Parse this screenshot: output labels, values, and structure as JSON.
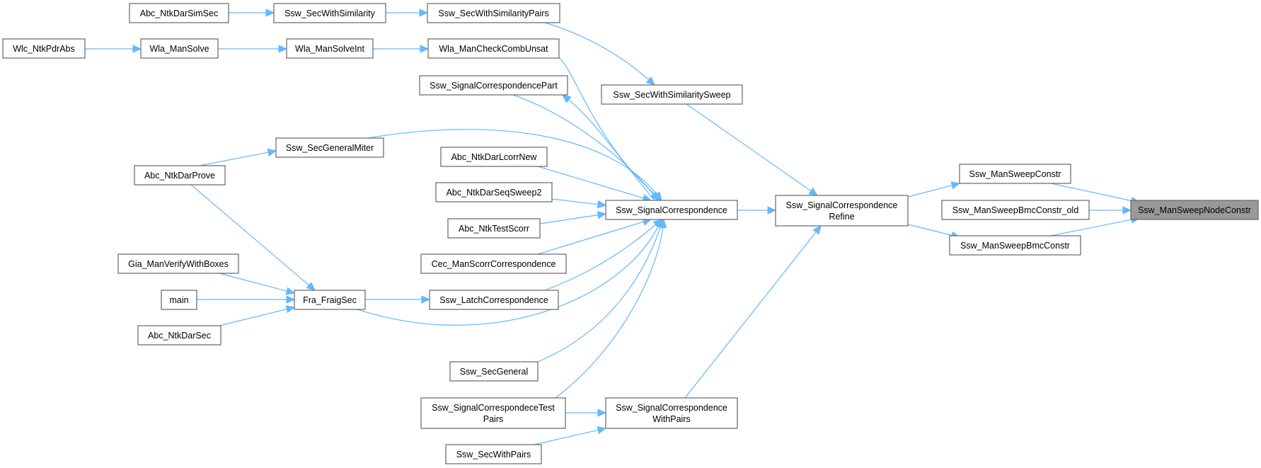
{
  "diagram": {
    "type": "call-graph",
    "focus_node": "n_nodeconstr",
    "colors": {
      "edge": "#63b8ff",
      "node_border": "#666666",
      "node_fill": "#ffffff",
      "focus_fill": "#999999"
    },
    "nodes": [
      {
        "id": "n_darsimsec",
        "lines": [
          "Abc_NtkDarSimSec"
        ]
      },
      {
        "id": "n_secwithsim",
        "lines": [
          "Ssw_SecWithSimilarity"
        ]
      },
      {
        "id": "n_secwithsimpairs",
        "lines": [
          "Ssw_SecWithSimilarityPairs"
        ]
      },
      {
        "id": "n_wlcpdrabs",
        "lines": [
          "Wlc_NtkPdrAbs"
        ]
      },
      {
        "id": "n_wlamansolve",
        "lines": [
          "Wla_ManSolve"
        ]
      },
      {
        "id": "n_wlamansolveint",
        "lines": [
          "Wla_ManSolveInt"
        ]
      },
      {
        "id": "n_wlacheckcomb",
        "lines": [
          "Wla_ManCheckCombUnsat"
        ]
      },
      {
        "id": "n_sigcorrpart",
        "lines": [
          "Ssw_SignalCorrespondencePart"
        ]
      },
      {
        "id": "n_secwithsimsweep",
        "lines": [
          "Ssw_SecWithSimilaritySweep"
        ]
      },
      {
        "id": "n_secgeneralmiter",
        "lines": [
          "Ssw_SecGeneralMiter"
        ]
      },
      {
        "id": "n_darprove",
        "lines": [
          "Abc_NtkDarProve"
        ]
      },
      {
        "id": "n_darlcorrnew",
        "lines": [
          "Abc_NtkDarLcorrNew"
        ]
      },
      {
        "id": "n_darseqsweep2",
        "lines": [
          "Abc_NtkDarSeqSweep2"
        ]
      },
      {
        "id": "n_sigcorr",
        "lines": [
          "Ssw_SignalCorrespondence"
        ]
      },
      {
        "id": "n_testscorr",
        "lines": [
          "Abc_NtkTestScorr"
        ]
      },
      {
        "id": "n_cecscorr",
        "lines": [
          "Cec_ManScorrCorrespondence"
        ]
      },
      {
        "id": "n_giaverify",
        "lines": [
          "Gia_ManVerifyWithBoxes"
        ]
      },
      {
        "id": "n_main",
        "lines": [
          "main"
        ]
      },
      {
        "id": "n_fraigsec",
        "lines": [
          "Fra_FraigSec"
        ]
      },
      {
        "id": "n_latchcorr",
        "lines": [
          "Ssw_LatchCorrespondence"
        ]
      },
      {
        "id": "n_darsec",
        "lines": [
          "Abc_NtkDarSec"
        ]
      },
      {
        "id": "n_secgeneral",
        "lines": [
          "Ssw_SecGeneral"
        ]
      },
      {
        "id": "n_testpairs",
        "lines": [
          "Ssw_SignalCorrespondeceTest",
          "Pairs"
        ]
      },
      {
        "id": "n_withpairs",
        "lines": [
          "Ssw_SignalCorrespondence",
          "WithPairs"
        ]
      },
      {
        "id": "n_secwithpairs",
        "lines": [
          "Ssw_SecWithPairs"
        ]
      },
      {
        "id": "n_refine",
        "lines": [
          "Ssw_SignalCorrespondence",
          "Refine"
        ]
      },
      {
        "id": "n_sweepconstr",
        "lines": [
          "Ssw_ManSweepConstr"
        ]
      },
      {
        "id": "n_bmcold",
        "lines": [
          "Ssw_ManSweepBmcConstr_old"
        ]
      },
      {
        "id": "n_bmcconstr",
        "lines": [
          "Ssw_ManSweepBmcConstr"
        ]
      },
      {
        "id": "n_nodeconstr",
        "lines": [
          "Ssw_ManSweepNodeConstr"
        ]
      }
    ],
    "edges": [
      {
        "from": "n_darsimsec",
        "to": "n_secwithsim"
      },
      {
        "from": "n_secwithsim",
        "to": "n_secwithsimpairs"
      },
      {
        "from": "n_secwithsimpairs",
        "to": "n_secwithsimsweep"
      },
      {
        "from": "n_wlcpdrabs",
        "to": "n_wlamansolve"
      },
      {
        "from": "n_wlamansolve",
        "to": "n_wlamansolveint"
      },
      {
        "from": "n_wlamansolveint",
        "to": "n_wlacheckcomb"
      },
      {
        "from": "n_wlacheckcomb",
        "to": "n_sigcorr"
      },
      {
        "from": "n_sigcorrpart",
        "to": "n_sigcorr"
      },
      {
        "from": "n_sigcorr",
        "to": "n_sigcorrpart"
      },
      {
        "from": "n_secwithsimsweep",
        "to": "n_refine"
      },
      {
        "from": "n_secgeneralmiter",
        "to": "n_sigcorr"
      },
      {
        "from": "n_darprove",
        "to": "n_secgeneralmiter"
      },
      {
        "from": "n_darprove",
        "to": "n_fraigsec"
      },
      {
        "from": "n_darlcorrnew",
        "to": "n_sigcorr"
      },
      {
        "from": "n_darseqsweep2",
        "to": "n_sigcorr"
      },
      {
        "from": "n_testscorr",
        "to": "n_sigcorr"
      },
      {
        "from": "n_cecscorr",
        "to": "n_sigcorr"
      },
      {
        "from": "n_giaverify",
        "to": "n_fraigsec"
      },
      {
        "from": "n_main",
        "to": "n_fraigsec"
      },
      {
        "from": "n_darsec",
        "to": "n_fraigsec"
      },
      {
        "from": "n_fraigsec",
        "to": "n_latchcorr"
      },
      {
        "from": "n_fraigsec",
        "to": "n_sigcorr"
      },
      {
        "from": "n_latchcorr",
        "to": "n_sigcorr"
      },
      {
        "from": "n_secgeneral",
        "to": "n_sigcorr"
      },
      {
        "from": "n_testpairs",
        "to": "n_sigcorr"
      },
      {
        "from": "n_testpairs",
        "to": "n_withpairs"
      },
      {
        "from": "n_secwithpairs",
        "to": "n_withpairs"
      },
      {
        "from": "n_withpairs",
        "to": "n_refine"
      },
      {
        "from": "n_sigcorr",
        "to": "n_refine"
      },
      {
        "from": "n_refine",
        "to": "n_sweepconstr"
      },
      {
        "from": "n_refine",
        "to": "n_bmcconstr"
      },
      {
        "from": "n_sweepconstr",
        "to": "n_nodeconstr"
      },
      {
        "from": "n_bmcold",
        "to": "n_nodeconstr"
      },
      {
        "from": "n_bmcconstr",
        "to": "n_nodeconstr"
      }
    ]
  }
}
